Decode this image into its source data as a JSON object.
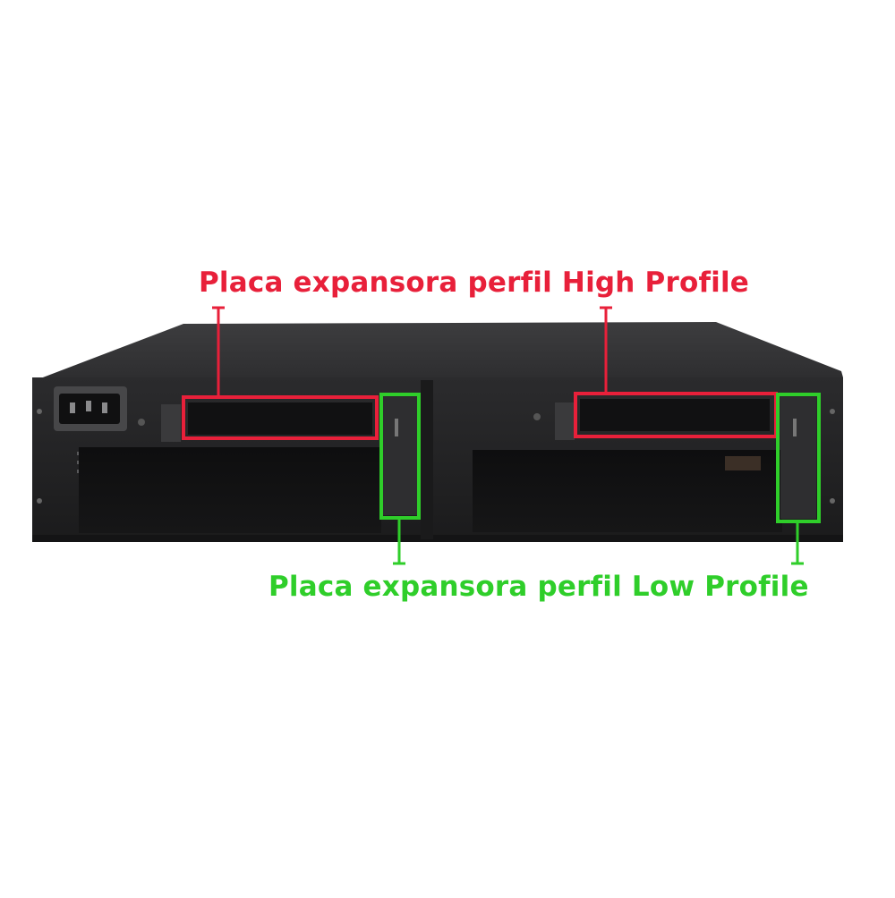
{
  "annotations": {
    "high_profile": {
      "label": "Placa expansora perfil High Profile",
      "color": "#e8203a"
    },
    "low_profile": {
      "label": "Placa expansora perfil Low Profile",
      "color": "#2fce2a"
    }
  },
  "device": {
    "subject": "2U rack chassis rear panel",
    "body_color": "#1f1f20",
    "panel_color": "#2a2a2c",
    "top_color": "#38383a"
  }
}
